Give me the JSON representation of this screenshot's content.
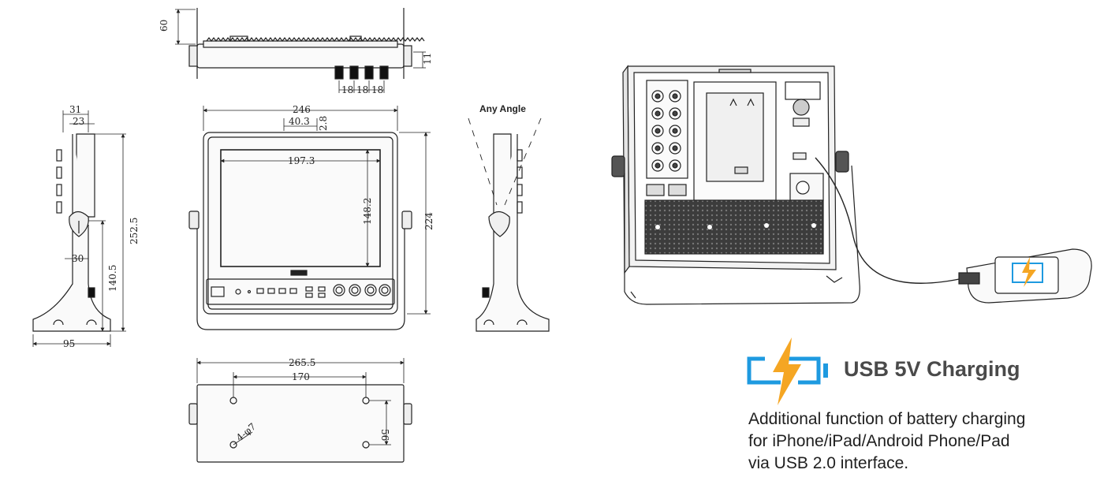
{
  "top_view": {
    "height": "60",
    "depth": "11",
    "spacing_1": "18",
    "spacing_2": "18",
    "spacing_3": "18"
  },
  "left_side_view": {
    "width_top": "31",
    "width_inner": "23",
    "height_total": "252.5",
    "hinge_offset": "30",
    "hinge_height": "140.5",
    "base_depth": "95"
  },
  "front_view": {
    "width": "246",
    "height": "224",
    "handle_width": "40.3",
    "handle_height": "2.8",
    "screen_width": "197.3",
    "screen_height": "148.2"
  },
  "right_side_view": {
    "label": "Any Angle"
  },
  "bottom_view": {
    "width": "265.5",
    "hole_spacing": "170",
    "hole_depth": "56",
    "hole_spec": "4-φ7"
  },
  "usb_feature": {
    "title": "USB 5V Charging",
    "description_lines": [
      "Additional function of battery charging",
      "for iPhone/iPad/Android Phone/Pad",
      "via USB 2.0 interface."
    ],
    "icon_frame_color": "#1e9ae0",
    "icon_bolt_color": "#f5a623",
    "icon": "battery-charging-icon"
  }
}
